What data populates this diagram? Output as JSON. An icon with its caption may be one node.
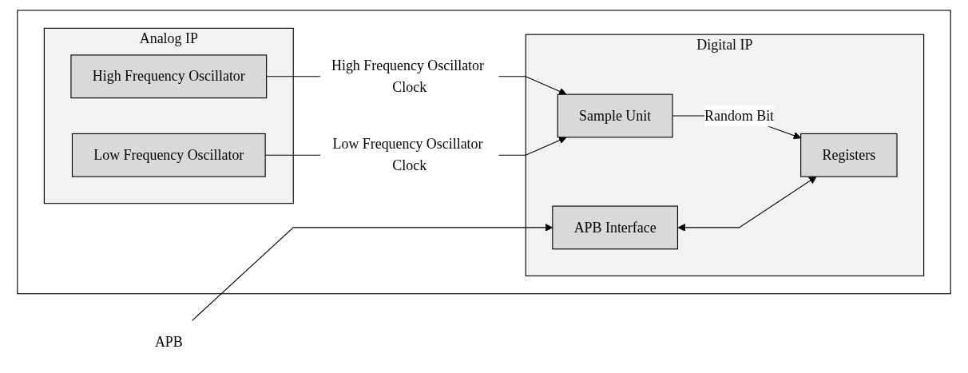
{
  "diagram": {
    "nodes": [
      {
        "text": [],
        "shape": "box"
      },
      {
        "text": [
          "Analog IP"
        ],
        "in": 0
      },
      {
        "text": [
          "High Frequency Oscillator"
        ],
        "in": 1
      },
      {
        "text": [
          "Low Frequency Oscillator"
        ],
        "in": 1
      },
      {
        "text": [
          "Digital IP"
        ],
        "in": 0
      },
      {
        "text": [
          "Sample Unit"
        ],
        "in": 4
      },
      {
        "text": [
          "APB Interface"
        ],
        "in": 4
      },
      {
        "text": [
          "Registers"
        ],
        "in": 4
      },
      {
        "text": [
          "APB"
        ]
      }
    ],
    "edges": [
      {
        "from": 2,
        "to": 5,
        "arrow": "to",
        "label": "High Frequency Oscillator Clock"
      },
      {
        "from": 3,
        "to": 5,
        "arrow": "to",
        "label": "Low Frequency Oscillator Clock"
      },
      {
        "from": 5,
        "to": 7,
        "arrow": "to",
        "label": "Random Bit"
      },
      {
        "from": 8,
        "to": 6,
        "arrow": "to"
      },
      {
        "from": 6,
        "to": 7,
        "arrow": "both"
      }
    ]
  }
}
